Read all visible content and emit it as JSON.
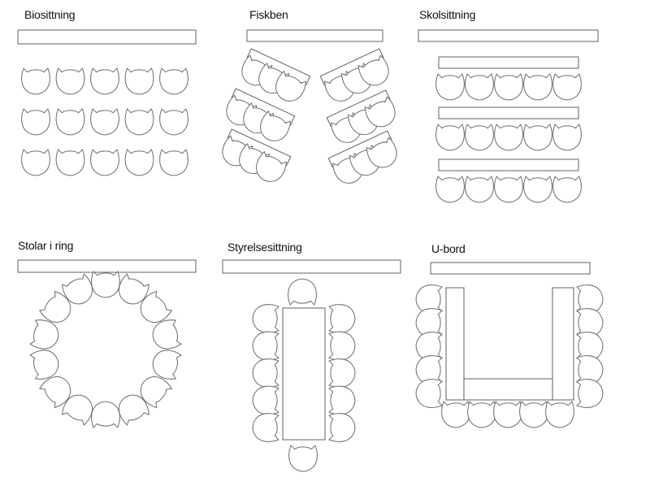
{
  "layouts": [
    {
      "id": "bio",
      "label": "Biosittning"
    },
    {
      "id": "fisk",
      "label": "Fiskben"
    },
    {
      "id": "skol",
      "label": "Skolsittning"
    },
    {
      "id": "ring",
      "label": "Stolar i ring"
    },
    {
      "id": "styrelse",
      "label": "Styrelsesittning"
    },
    {
      "id": "ubord",
      "label": "U-bord"
    }
  ],
  "colors": {
    "stroke": "#6f6f6f",
    "fill": "#ffffff",
    "text": "#111111"
  }
}
